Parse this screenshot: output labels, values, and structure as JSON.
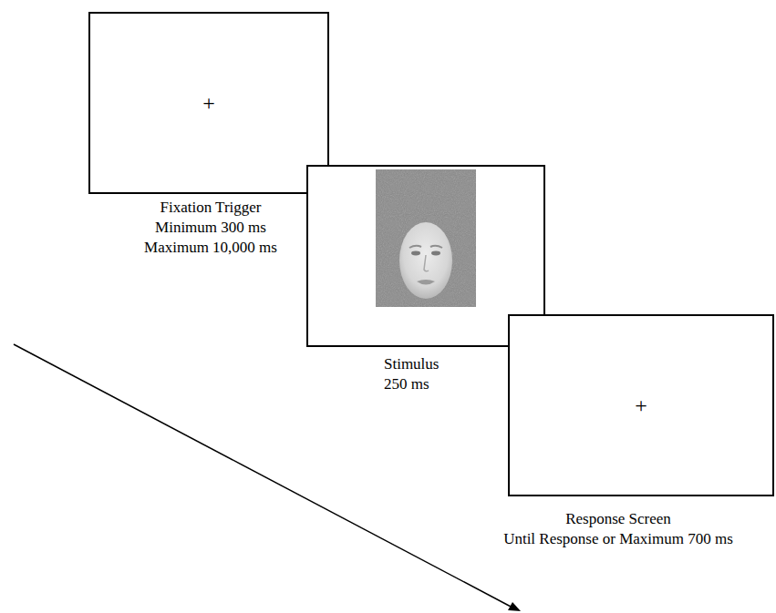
{
  "diagram": {
    "nodes": [
      {
        "text": [
          "+",
          "Fixation Trigger",
          "Minimum 300 ms",
          "Maximum 10,000 ms"
        ]
      },
      {
        "text": [
          "Stimulus",
          "250 ms"
        ]
      },
      {
        "text": [
          "+",
          "Response Screen",
          "Until Response or Maximum 700 ms"
        ]
      }
    ]
  }
}
